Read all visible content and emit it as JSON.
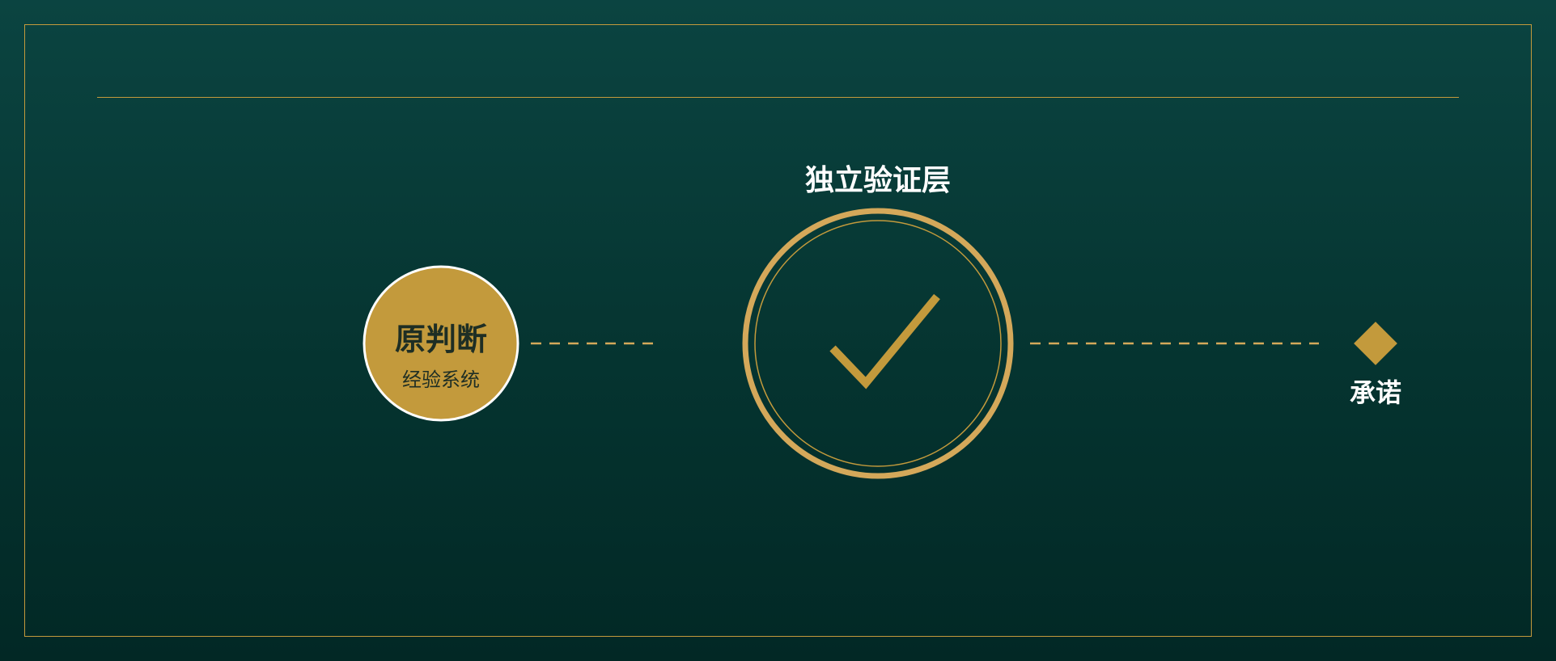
{
  "diagram": {
    "origin_node": {
      "title": "原判断",
      "subtitle": "经验系统"
    },
    "verification_node": {
      "title": "独立验证层",
      "icon": "checkmark-icon"
    },
    "end_node": {
      "label": "承诺",
      "icon": "diamond-icon"
    }
  },
  "colors": {
    "background_top": "#0b4441",
    "background_bottom": "#022825",
    "gold": "#c39a3c",
    "gold_light": "#d4a85a",
    "white": "#ffffff",
    "dark_text": "#1e2e24"
  }
}
